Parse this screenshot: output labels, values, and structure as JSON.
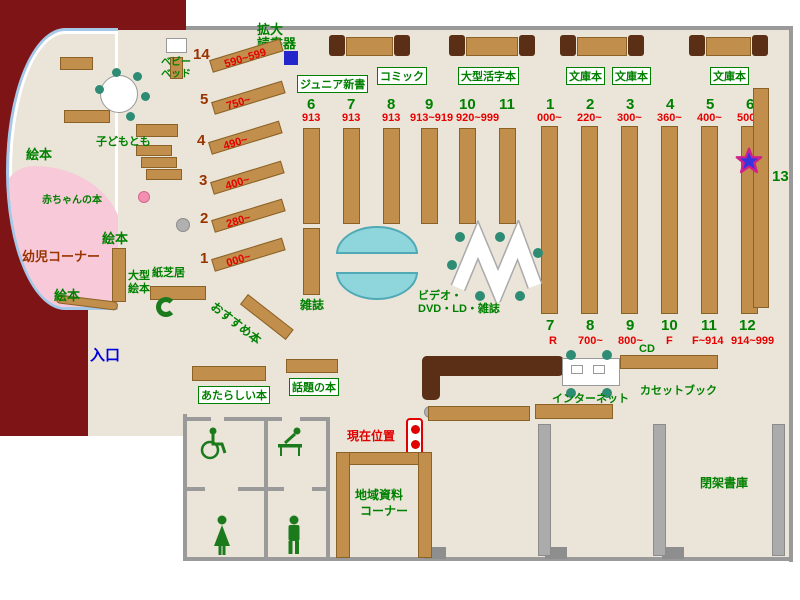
{
  "colors": {
    "floor": "#EAE5D8",
    "outer_wall": "#7E1416",
    "shelf_wood": "#C28E4C",
    "dark_wood": "#5A2F16",
    "label_green": "#008000",
    "range_red": "#E60000",
    "number_maroon": "#993300",
    "entrance_blue": "#0000E0",
    "infant_pink": "#F8C9D9",
    "magazine_cyan": "#8FD6DC",
    "chair_teal": "#2E8B74",
    "wall_gray": "#9A9A9A",
    "marker_red": "#E00000",
    "star_blue": "#3535E0",
    "star_outline": "#D0208C",
    "device_blue": "#2525CC"
  },
  "top": {
    "kakudai_line1": "拡大",
    "kakudai_line2": "読書器",
    "sections": [
      "ジュニア新書",
      "コミック",
      "大型活字本",
      "文庫本",
      "文庫本",
      "文庫本"
    ]
  },
  "stack_top_left": {
    "numbers": [
      "6",
      "7",
      "8",
      "9",
      "10",
      "11"
    ],
    "ranges": [
      "913",
      "913",
      "913",
      "913~919",
      "920~999"
    ]
  },
  "stack_top_right": {
    "numbers": [
      "1",
      "2",
      "3",
      "4",
      "5",
      "6"
    ],
    "ranges": [
      "000~",
      "220~",
      "300~",
      "360~",
      "400~",
      "500~"
    ]
  },
  "stack_bottom_right": {
    "numbers": [
      "7",
      "8",
      "9",
      "10",
      "11",
      "12"
    ],
    "ranges": [
      "R",
      "700~",
      "800~",
      "F",
      "F~914",
      "914~999"
    ]
  },
  "stack_right_number": "13",
  "diagonal": {
    "numbers": [
      "14",
      "5",
      "4",
      "3",
      "2",
      "1"
    ],
    "ranges": [
      "590~599",
      "750~",
      "490~",
      "400~",
      "280~",
      "000~"
    ],
    "osusume": "おすすめ本"
  },
  "children": {
    "ehon_top": "絵本",
    "ehon_mid": "絵本",
    "ehon_bottom": "絵本",
    "youji": "幼児コーナー",
    "akachan": "赤ちゃんの本",
    "kodomo": "子どもとも",
    "bed_line1": "ベビー",
    "bed_line2": "ベッド",
    "oogata_line1": "大型",
    "oogata_line2": "絵本",
    "kamishibai": "紙芝居"
  },
  "center": {
    "zasshi": "雑誌",
    "video_line1": "ビデオ・",
    "video_line2": "DVD・LD・雑誌"
  },
  "entrance": "入口",
  "south": {
    "atarashii": "あたらしい本",
    "wadai": "話題の本",
    "genzai": "現在位置",
    "chiiki_line1": "地域資料",
    "chiiki_line2": "コーナー",
    "internet": "インターネット",
    "cd": "CD",
    "cassette": "カセットブック",
    "heika": "閉架書庫"
  }
}
